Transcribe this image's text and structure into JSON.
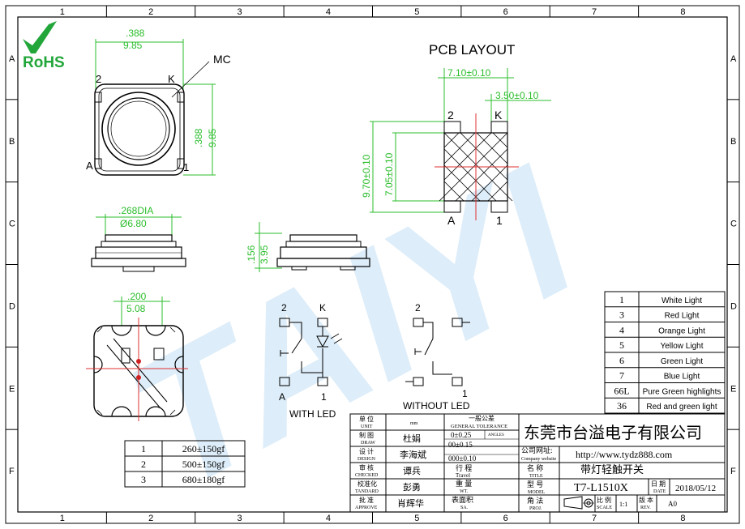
{
  "border": {
    "cols": [
      "1",
      "2",
      "3",
      "4",
      "5",
      "6",
      "7",
      "8"
    ],
    "rows": [
      "A",
      "B",
      "C",
      "D",
      "E",
      "F"
    ]
  },
  "logo": {
    "text": "RoHS",
    "watermark": "TAIYI"
  },
  "top_view": {
    "dim_width": ".388",
    "dim_width_mm": "9.85",
    "dim_height": ".388",
    "dim_height_mm": "9.85",
    "callout": "MC",
    "pin_tl": "2",
    "pin_tr": "K",
    "pin_bl": "A",
    "pin_br": "1"
  },
  "side_view": {
    "dim_dia": ".268DIA",
    "dim_dia_mm": "Ø6.80",
    "dim_height": ".156",
    "dim_height_mm": "3.95"
  },
  "bottom_view": {
    "dim": ".200",
    "dim_mm": "5.08"
  },
  "pcb": {
    "title": "PCB LAYOUT",
    "dim_top": "7.10±0.10",
    "dim_pad": "3.50±0.10",
    "dim_outer": "9.70±0.10",
    "dim_inner": "7.05±0.10",
    "pin_tl": "2",
    "pin_tr": "K",
    "pin_bl": "A",
    "pin_br": "1"
  },
  "schematic_led": {
    "caption": "WITH LED",
    "pin_2": "2",
    "pin_k": "K",
    "pin_a": "A",
    "pin_1": "1"
  },
  "schematic_noled": {
    "caption": "WITHOUT LED",
    "pin_2": "2",
    "pin_1": "1"
  },
  "color_table": [
    {
      "code": "1",
      "name": "White Light"
    },
    {
      "code": "3",
      "name": "Red Light"
    },
    {
      "code": "4",
      "name": "Orange Light"
    },
    {
      "code": "5",
      "name": "Yellow Light"
    },
    {
      "code": "6",
      "name": "Green Light"
    },
    {
      "code": "7",
      "name": "Blue Light"
    },
    {
      "code": "66L",
      "name": "Pure Green highlights"
    },
    {
      "code": "36",
      "name": "Red and green light"
    }
  ],
  "force_table": [
    {
      "code": "1",
      "value": "260±150gf"
    },
    {
      "code": "2",
      "value": "500±150gf"
    },
    {
      "code": "3",
      "value": "680±180gf"
    }
  ],
  "title_block": {
    "company": "东莞市台溢电子有限公司",
    "website_label": "公司网址:",
    "website_label_en": "Company website",
    "website": "http://www.tydz888.com",
    "name_label": "名 称",
    "name_label_en": "TITLE",
    "name": "带灯轻触开关",
    "model_label": "型 号",
    "model_label_en": "MODEL",
    "model": "T7-L1510X",
    "date_label": "日 期",
    "date_label_en": "DATE",
    "date": "2018/05/12",
    "proj_label": "角 法",
    "proj_label_en": "PROJ.",
    "scale_label": "比 例",
    "scale_label_en": "SCALE",
    "scale": "1:1",
    "rev_label": "版 本",
    "rev_label_en": "REV.",
    "rev": "A0",
    "unit_label": "单 位",
    "unit_label_en": "UNIT",
    "unit": "mm",
    "draw_label": "制 图",
    "draw_label_en": "DRAW",
    "draw": "杜娟",
    "design_label": "设 计",
    "design_label_en": "DESIGN",
    "design": "李海斌",
    "checked_label": "审 核",
    "checked_label_en": "CHECKED",
    "checked": "谭兵",
    "standard_label": "校准化",
    "standard_label_en": "TANDARD",
    "standard": "彭勇",
    "approve_label": "批 准",
    "approve_label_en": "APPROVE",
    "approve": "肖辉华",
    "tolerance_label": "一般公差",
    "tolerance_label_en": "GENERAL TOLERANCE",
    "angles": "ANGLES",
    "tol1": "0±0.25",
    "tol2": "00±0.15",
    "tol3": "000±0.10",
    "travel_label": "行 程",
    "travel_label_en": "Travel",
    "weight_label": "重 量",
    "weight_label_en": "WT.",
    "surface_label": "表面积",
    "surface_label_en": "SA."
  }
}
